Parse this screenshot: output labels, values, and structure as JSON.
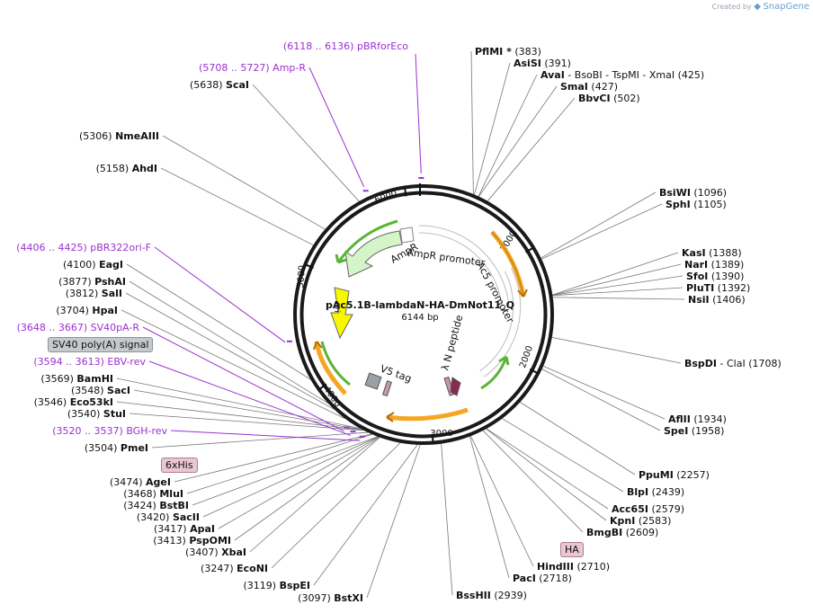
{
  "credit": {
    "created_by": "Created by",
    "brand": "SnapGene"
  },
  "plasmid": {
    "name": "pAc5.1B-lambdaN-HA-DmNot11_Q",
    "size": "6144 bp",
    "length": 6144
  },
  "ring_ticks": [
    {
      "pos": 1000,
      "label": "1000"
    },
    {
      "pos": 2000,
      "label": "2000"
    },
    {
      "pos": 3000,
      "label": "3000"
    },
    {
      "pos": 4000,
      "label": "4000"
    },
    {
      "pos": 5000,
      "label": "5000"
    },
    {
      "pos": 6000,
      "label": "6000"
    }
  ],
  "feature_labels": {
    "ampr": "AmpR",
    "ampr_promoter": "AmpR promoter",
    "ac5_promoter": "Ac5 promoter",
    "lambda_n": "λ N peptide",
    "v5_tag": "V5 tag",
    "ori": "ori"
  },
  "tags": {
    "sv40": "SV40 poly(A) signal",
    "his": "6xHis",
    "ha": "HA"
  },
  "colors": {
    "primer": "#9b30d0",
    "ampr": "#d4f5c8",
    "orange": "#f5a623",
    "green": "#5ab435",
    "ori": "#f7f700",
    "ha": "#8a2a52"
  },
  "sites": [
    {
      "name": "PflMI *",
      "pos": "(383)",
      "side": "right"
    },
    {
      "name": "AsiSI",
      "pos": "(391)",
      "side": "right"
    },
    {
      "name": "AvaI",
      "extra": "- BsoBI  - TspMI   - XmaI",
      "pos": "(425)",
      "side": "right"
    },
    {
      "name": "SmaI",
      "pos": "(427)",
      "side": "right"
    },
    {
      "name": "BbvCI",
      "pos": "(502)",
      "side": "right"
    },
    {
      "name": "BsiWI",
      "pos": "(1096)",
      "side": "right"
    },
    {
      "name": "SphI",
      "pos": "(1105)",
      "side": "right"
    },
    {
      "name": "KasI",
      "pos": "(1388)",
      "side": "right"
    },
    {
      "name": "NarI",
      "pos": "(1389)",
      "side": "right"
    },
    {
      "name": "SfoI",
      "pos": "(1390)",
      "side": "right"
    },
    {
      "name": "PluTI",
      "pos": "(1392)",
      "side": "right"
    },
    {
      "name": "NsiI",
      "pos": "(1406)",
      "side": "right"
    },
    {
      "name": "BspDI",
      "extra": "- ClaI",
      "pos": "(1708)",
      "side": "right"
    },
    {
      "name": "AflII",
      "pos": "(1934)",
      "side": "right"
    },
    {
      "name": "SpeI",
      "pos": "(1958)",
      "side": "right"
    },
    {
      "name": "PpuMI",
      "pos": "(2257)",
      "side": "right"
    },
    {
      "name": "BlpI",
      "pos": "(2439)",
      "side": "right"
    },
    {
      "name": "Acc65I",
      "pos": "(2579)",
      "side": "right"
    },
    {
      "name": "KpnI",
      "pos": "(2583)",
      "side": "right"
    },
    {
      "name": "BmgBI",
      "pos": "(2609)",
      "side": "right"
    },
    {
      "name": "HindIII",
      "pos": "(2710)",
      "side": "right"
    },
    {
      "name": "PacI",
      "pos": "(2718)",
      "side": "right"
    },
    {
      "name": "BssHII",
      "pos": "(2939)",
      "side": "right"
    },
    {
      "name": "BstXI",
      "pos": "(3097)",
      "side": "left"
    },
    {
      "name": "BspEI",
      "pos": "(3119)",
      "side": "left"
    },
    {
      "name": "EcoNI",
      "pos": "(3247)",
      "side": "left"
    },
    {
      "name": "XbaI",
      "pos": "(3407)",
      "side": "left"
    },
    {
      "name": "PspOMI",
      "pos": "(3413)",
      "side": "left"
    },
    {
      "name": "ApaI",
      "pos": "(3417)",
      "side": "left"
    },
    {
      "name": "SacII",
      "pos": "(3420)",
      "side": "left"
    },
    {
      "name": "BstBI",
      "pos": "(3424)",
      "side": "left"
    },
    {
      "name": "MluI",
      "pos": "(3468)",
      "side": "left"
    },
    {
      "name": "AgeI",
      "pos": "(3474)",
      "side": "left"
    },
    {
      "name": "PmeI",
      "pos": "(3504)",
      "side": "left"
    },
    {
      "name": "StuI",
      "pos": "(3540)",
      "side": "left"
    },
    {
      "name": "Eco53kI",
      "pos": "(3546)",
      "side": "left"
    },
    {
      "name": "SacI",
      "pos": "(3548)",
      "side": "left"
    },
    {
      "name": "BamHI",
      "pos": "(3569)",
      "side": "left"
    },
    {
      "name": "HpaI",
      "pos": "(3704)",
      "side": "left"
    },
    {
      "name": "SalI",
      "pos": "(3812)",
      "side": "left"
    },
    {
      "name": "PshAI",
      "pos": "(3877)",
      "side": "left"
    },
    {
      "name": "EagI",
      "pos": "(4100)",
      "side": "left"
    },
    {
      "name": "AhdI",
      "pos": "(5158)",
      "side": "left"
    },
    {
      "name": "NmeAIII",
      "pos": "(5306)",
      "side": "left"
    },
    {
      "name": "ScaI",
      "pos": "(5638)",
      "side": "left"
    }
  ],
  "primers": [
    {
      "range": "(6118 .. 6136)",
      "name": "pBRforEco"
    },
    {
      "range": "(5708 .. 5727)",
      "name": "Amp-R"
    },
    {
      "range": "(4406 .. 4425)",
      "name": "pBR322ori-F"
    },
    {
      "range": "(3648 .. 3667)",
      "name": "SV40pA-R"
    },
    {
      "range": "(3594 .. 3613)",
      "name": "EBV-rev"
    },
    {
      "range": "(3520 .. 3537)",
      "name": "BGH-rev"
    }
  ]
}
